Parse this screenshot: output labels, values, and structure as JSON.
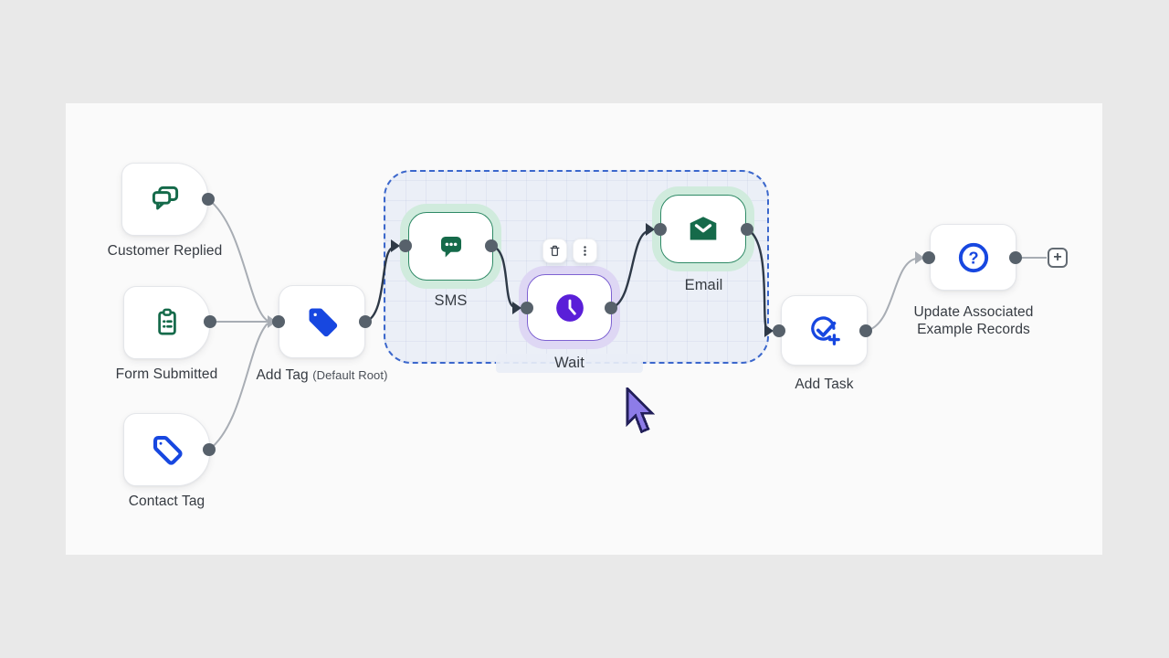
{
  "canvas": {
    "type": "workflow-automation-builder"
  },
  "nodes": {
    "customer_replied": {
      "label": "Customer Replied",
      "icon": "chat-icon",
      "kind": "trigger"
    },
    "form_submitted": {
      "label": "Form Submitted",
      "icon": "clipboard-icon",
      "kind": "trigger"
    },
    "contact_tag": {
      "label": "Contact Tag",
      "icon": "tag-outline-icon",
      "kind": "trigger"
    },
    "add_tag": {
      "label": "Add Tag",
      "sublabel": "(Default Root)",
      "icon": "tag-filled-icon",
      "kind": "action"
    },
    "sms": {
      "label": "SMS",
      "icon": "sms-bubble-icon",
      "kind": "action",
      "state": "selected-green"
    },
    "wait": {
      "label": "Wait",
      "icon": "clock-icon",
      "kind": "action",
      "state": "selected-purple"
    },
    "email": {
      "label": "Email",
      "icon": "envelope-icon",
      "kind": "action",
      "state": "selected-green"
    },
    "add_task": {
      "label": "Add Task",
      "icon": "task-check-plus-icon",
      "kind": "action"
    },
    "update_records": {
      "label": "Update Associated Example Records",
      "icon": "question-icon",
      "kind": "action"
    }
  },
  "selection_toolbar": {
    "buttons": [
      "delete",
      "more-options"
    ]
  },
  "add_step_button": {
    "label": "+"
  },
  "glyphs": {
    "question": "?"
  },
  "colors": {
    "page_bg": "#e9e9e9",
    "canvas_bg": "#fafafa",
    "green_icon": "#156a4a",
    "green_selected_border": "#2f8a66",
    "green_halo": "#d0ebdd",
    "purple_fill": "#5a1fd8",
    "purple_border": "#7e62d2",
    "purple_halo": "#ded7f4",
    "blue_accent": "#1747e0",
    "selection_dash": "#3b67cc",
    "wire_dark": "#2e3947",
    "wire_gray": "#a8adb4",
    "port_dot": "#57616b",
    "cursor_purple": "#8d7ce8"
  }
}
